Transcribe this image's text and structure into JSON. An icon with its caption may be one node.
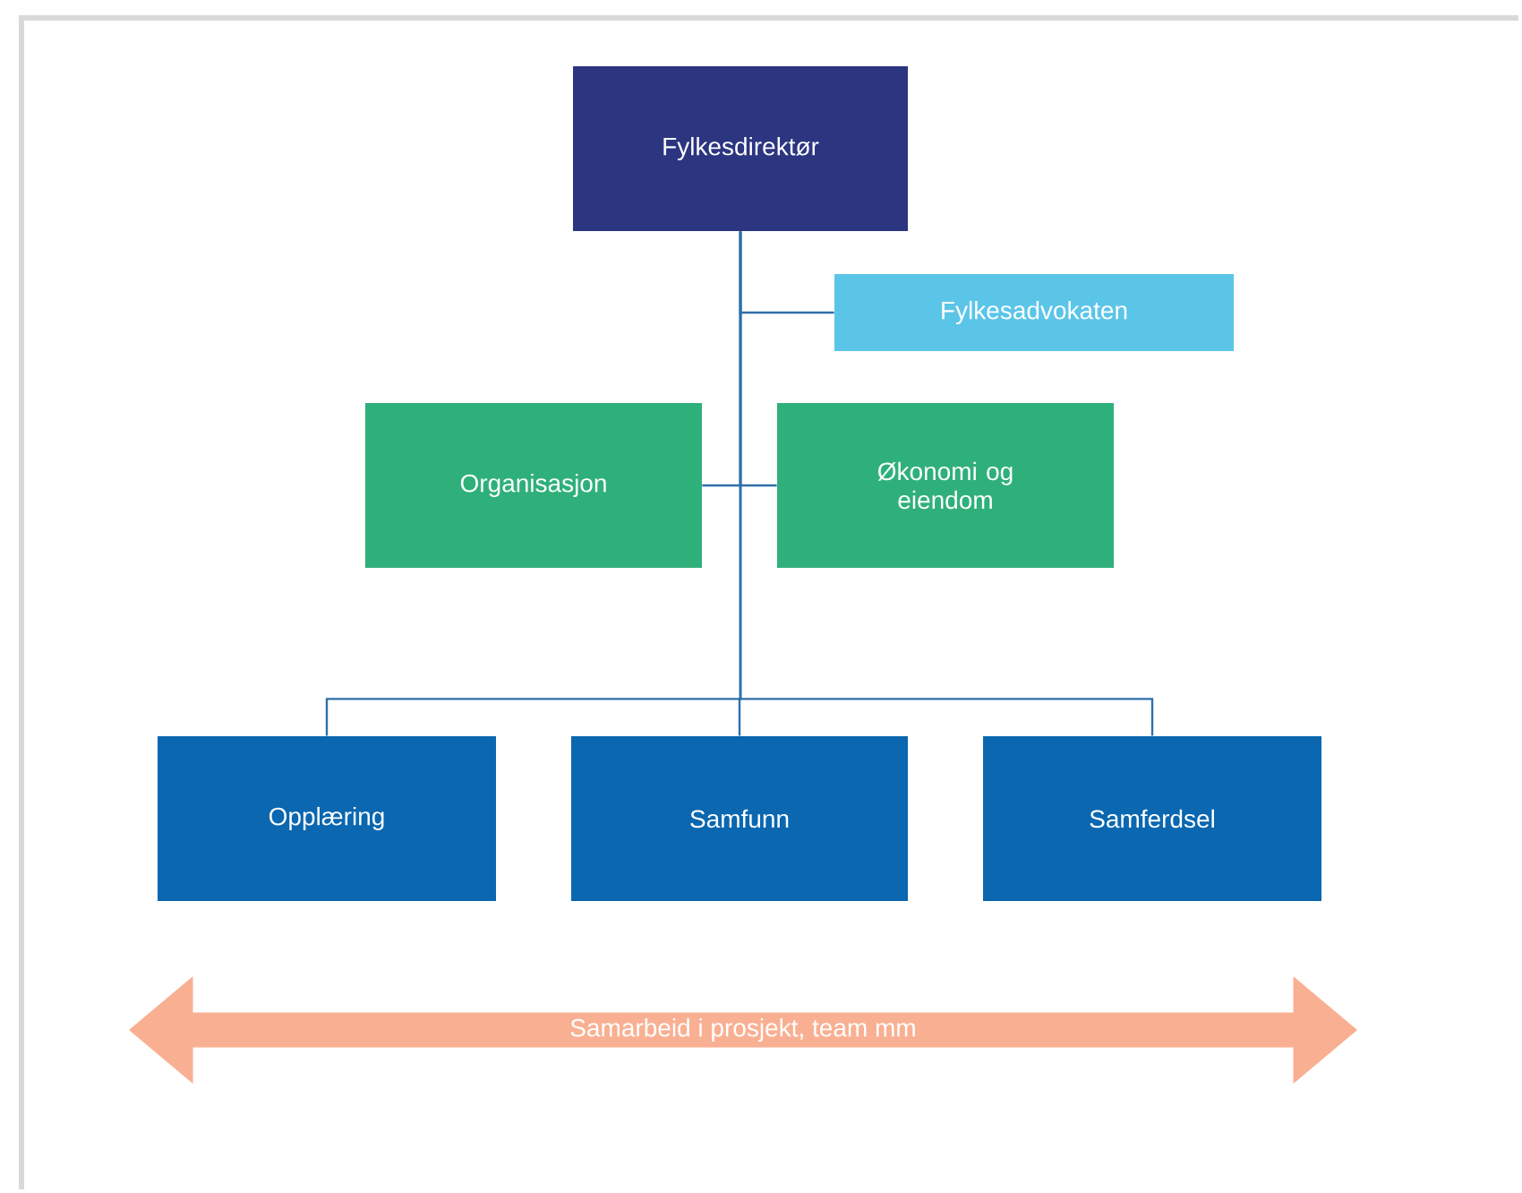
{
  "diagram": {
    "nodes": [
      {
        "text": [
          "Fylkesdirektør"
        ]
      },
      {
        "text": [
          "Fylkesadvokaten"
        ]
      },
      {
        "text": [
          "Organisasjon"
        ]
      },
      {
        "text": [
          "Økonomi og eiendom"
        ]
      },
      {
        "text": [
          "Opplæring"
        ]
      },
      {
        "text": [
          "Samfunn"
        ]
      },
      {
        "text": [
          "Samferdsel"
        ]
      },
      {
        "text": [
          "Samarbeid i prosjekt, team mm"
        ]
      }
    ],
    "edges": [
      {
        "from": 0,
        "to": 1,
        "arrow": "none"
      },
      {
        "from": 0,
        "to": 2,
        "arrow": "none"
      },
      {
        "from": 0,
        "to": 3,
        "arrow": "none"
      },
      {
        "from": 0,
        "to": 4,
        "arrow": "none"
      },
      {
        "from": 0,
        "to": 5,
        "arrow": "none"
      },
      {
        "from": 0,
        "to": 6,
        "arrow": "none"
      }
    ]
  }
}
